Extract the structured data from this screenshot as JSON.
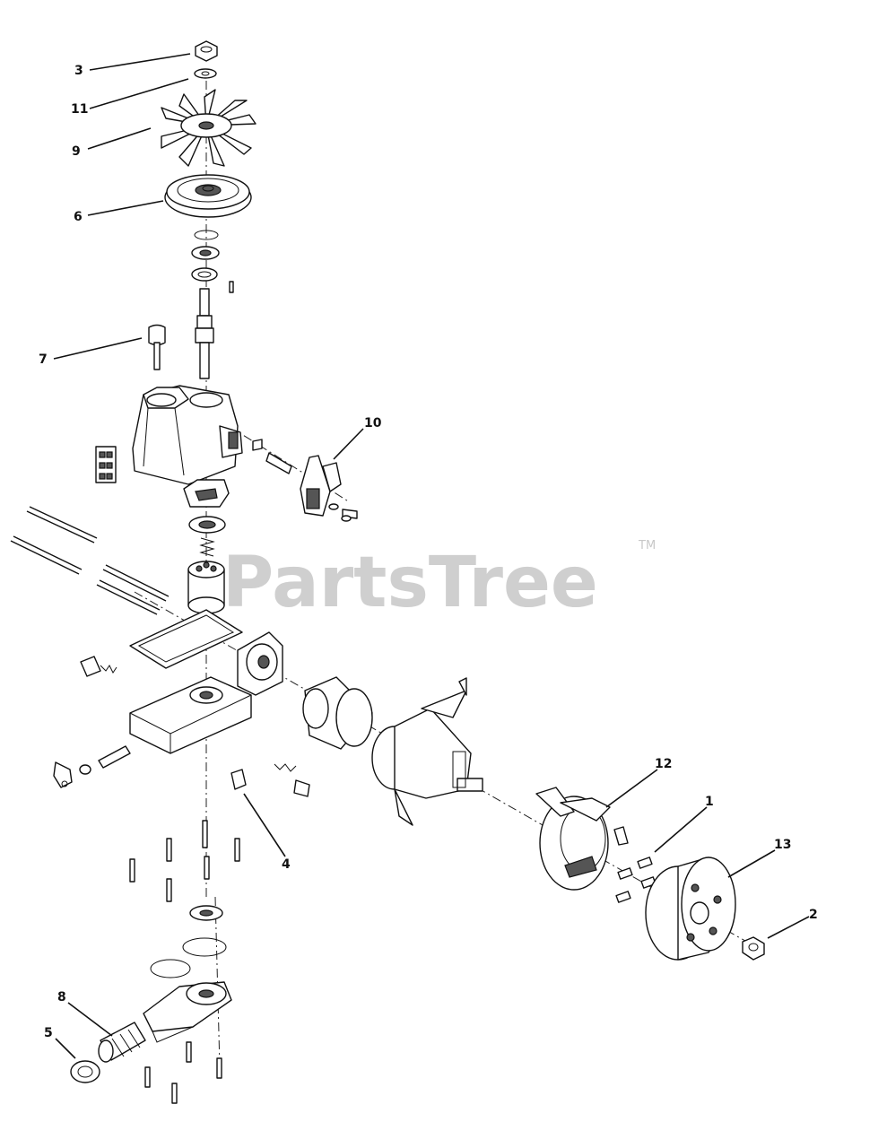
{
  "watermark": {
    "text": "PartsTree",
    "tm": "TM"
  },
  "callouts": [
    "3",
    "11",
    "9",
    "6",
    "7",
    "10",
    "4",
    "12",
    "1",
    "13",
    "2",
    "8",
    "5"
  ]
}
